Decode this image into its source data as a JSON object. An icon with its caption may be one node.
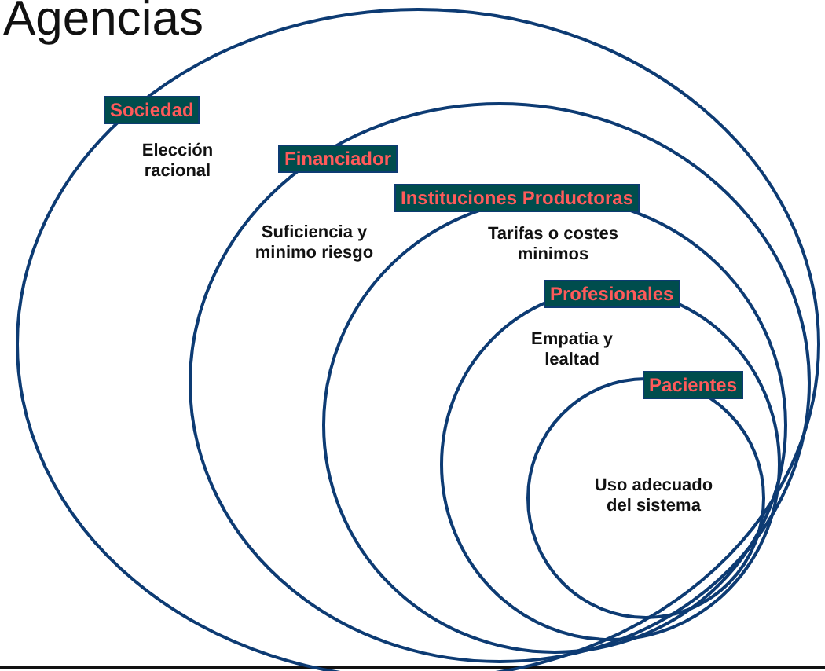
{
  "diagram": {
    "title": "Agencias",
    "nodes": [
      {
        "text": [
          "Sociedad",
          "Elección racional"
        ]
      },
      {
        "text": [
          "Financiador",
          "Suficiencia y minimo riesgo"
        ],
        "in": 0
      },
      {
        "text": [
          "Instituciones Productoras",
          "Tarifas o costes minimos"
        ],
        "in": 1
      },
      {
        "text": [
          "Profesionales",
          "Empatia y lealtad"
        ],
        "in": 2
      },
      {
        "text": [
          "Pacientes",
          "Uso adecuado del sistema"
        ],
        "in": 3
      }
    ]
  }
}
